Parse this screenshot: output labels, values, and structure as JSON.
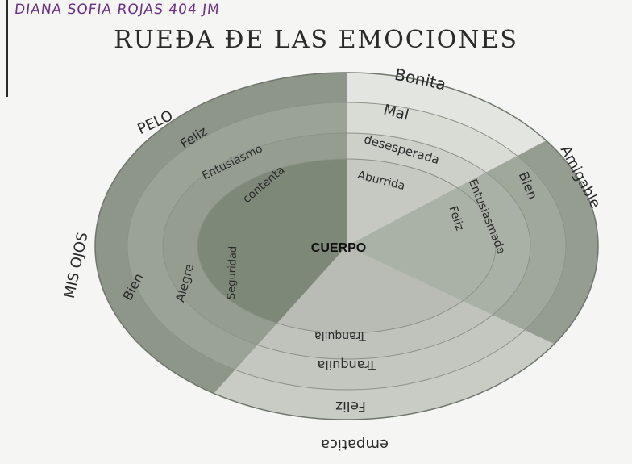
{
  "header": {
    "student_name": "DIANA SOFIA ROJAS 404 JM",
    "title": "RUEĐA ĐE LAS EMOCIONES"
  },
  "wheel": {
    "center": "CUERPO",
    "outer_ring": {
      "top_right": "Bonita",
      "right": "Amigable",
      "bottom": "empatica",
      "left": "MIS OJOS",
      "top_left": "PELO"
    },
    "middle_ring": {
      "top": "Mal",
      "right": "Bien",
      "bottom": "Feliz",
      "left": "Bien",
      "top_left": "Feliz"
    },
    "inner_ring": {
      "top": "desesperada",
      "right": "Entusiasmada",
      "bottom": "Tranquila",
      "left": "Alegre",
      "top_left": "Entusiasmo"
    },
    "core_ring": {
      "top": "Aburrida",
      "right": "Feliz",
      "bottom": "Tranquila",
      "left": "Seguridad",
      "top_left": "contenta"
    }
  },
  "colors": {
    "sector_dark": "#8f988c",
    "sector_mid": "#a9b0a6",
    "sector_light": "#d8dbd5",
    "name_ink": "#6b2f86"
  }
}
